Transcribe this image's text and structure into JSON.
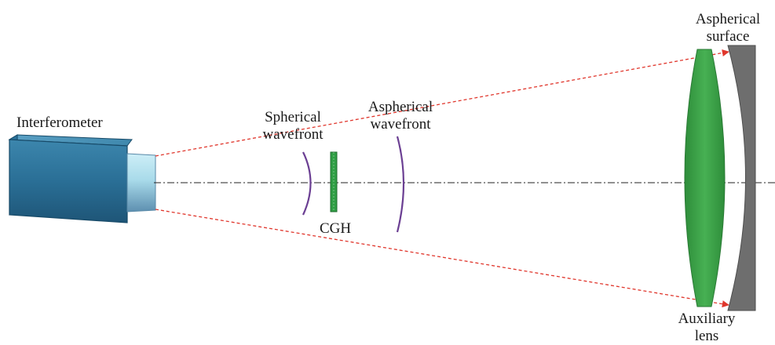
{
  "labels": {
    "interferometer": "Interferometer",
    "spherical_wavefront": [
      "Spherical",
      "wavefront"
    ],
    "cgh": "CGH",
    "aspherical_wavefront": [
      "Aspherical",
      "wavefront"
    ],
    "aspherical_surface": [
      "Aspherical",
      "surface"
    ],
    "auxiliary_lens": [
      "Auxiliary",
      "lens"
    ]
  },
  "colors": {
    "interferometer_body": "#2a6f96",
    "interferometer_port": "#a9dbea",
    "beam": "#e0362c",
    "axis": "#222222",
    "wavefront": "#6b3f93",
    "cgh": "#2f9e44",
    "lens": "#3ea54a",
    "mirror": "#6e6e6e"
  }
}
